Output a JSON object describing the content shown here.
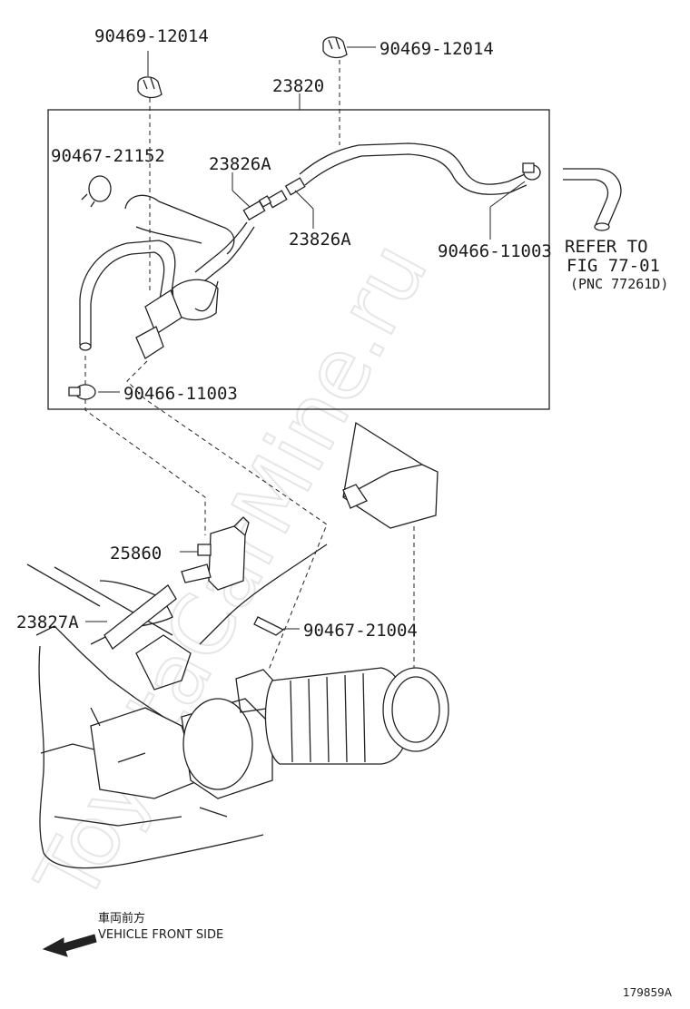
{
  "diagram": {
    "watermark": "ToyotaCarMine.ru",
    "callouts": {
      "clip_top_left": "90469-12014",
      "clip_top_right": "90469-12014",
      "hose_assy": "23820",
      "plug": "90467-21152",
      "joint_upper": "23826A",
      "joint_lower": "23826A",
      "clamp_right": "90466-11003",
      "clamp_left": "90466-11003",
      "vsv": "25860",
      "hose_lower": "23827A",
      "clip_lower": "90467-21004"
    },
    "refer": {
      "line1": "REFER TO",
      "line2": "FIG 77-01",
      "line3": "(PNC 77261D)"
    },
    "direction": {
      "jp": "車両前方",
      "en": "VEHICLE FRONT SIDE"
    },
    "illustration_id": "179859A"
  }
}
